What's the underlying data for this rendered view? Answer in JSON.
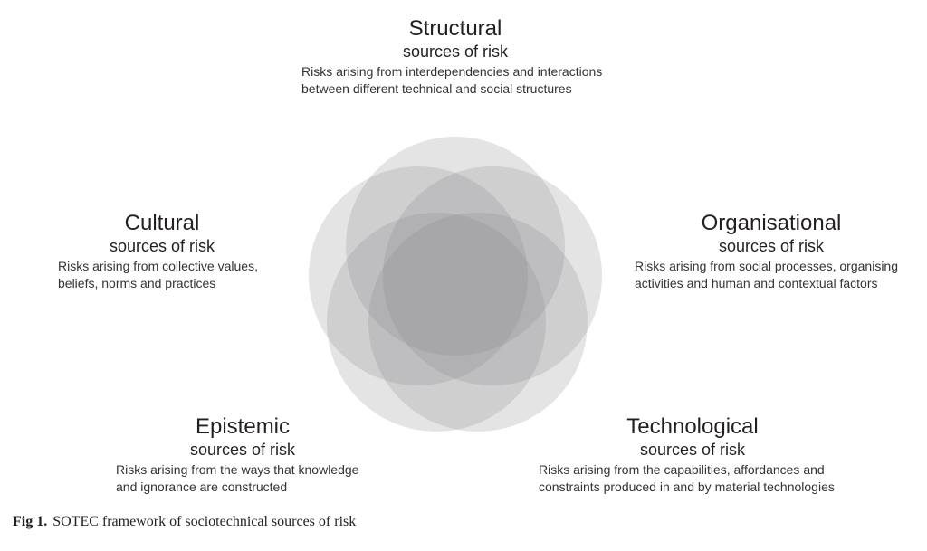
{
  "sources": [
    {
      "id": "structural",
      "title": "Structural",
      "subtitle": "sources of risk",
      "description": [
        "Risks arising from interdependencies and interactions",
        "between different technical and social structures"
      ]
    },
    {
      "id": "cultural",
      "title": "Cultural",
      "subtitle": "sources of risk",
      "description": [
        "Risks arising from collective values,",
        "beliefs, norms and practices"
      ]
    },
    {
      "id": "organisational",
      "title": "Organisational",
      "subtitle": "sources of risk",
      "description": [
        "Risks arising from social processes, organising",
        "activities and human and contextual factors"
      ]
    },
    {
      "id": "epistemic",
      "title": "Epistemic",
      "subtitle": "sources of risk",
      "description": [
        "Risks arising from the ways that knowledge",
        "and ignorance are constructed"
      ]
    },
    {
      "id": "technological",
      "title": "Technological",
      "subtitle": "sources of risk",
      "description": [
        "Risks arising from the capabilities, affordances and",
        "constraints produced in and by material technologies"
      ]
    }
  ],
  "caption": {
    "label": "Fig 1.",
    "text": "SOTEC framework of sociotechnical sources of risk"
  },
  "colors": {
    "circle": "#828489"
  }
}
